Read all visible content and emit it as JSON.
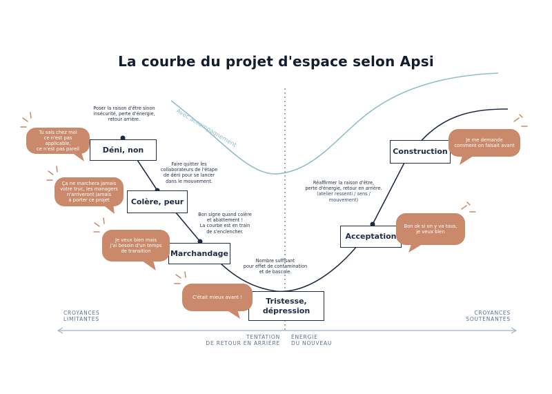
{
  "title": "La courbe du projet d'espace selon Apsi",
  "curve_label": "Avec accompagnement",
  "stages": {
    "deni": "Déni, non",
    "colere": "Colère, peur",
    "marchandage": "Marchandage",
    "tristesse": "Tristesse,\ndépression",
    "acceptation": "Acceptation",
    "construction": "Construction"
  },
  "notes": {
    "deni": "Poser la raison d'être sinon\ninsécurité, perte d'énergie,\nretour arrière.",
    "colere": "Faire quitter les\ncollaborateurs de l'étape\nde déni pour se lancer\ndans le mouvement.",
    "marchandage": "Bon signe quand colère\net abattement !\nLa courbe est en train\nde s'enclencher.",
    "tristesse": "Nombre suffisant\npour effet de contamination\net de bascule.",
    "reaffirmer": "Réaffirmer la raison d'être,\nperte d'énergie, retour en arrière.",
    "reaffirmer_sub": "(atelier ressenti / sens /\nmouvement)"
  },
  "bubbles": {
    "deni": "Tu sais chez moi\nce n'est pas applicable,\nce n'est pas pareil",
    "colere": "Ça ne marchera jamais\nvotre truc, les managers\nn'arriveront jamais\nà porter ce projet",
    "marchandage": "Je veux bien mais\nj'ai besoin d'un temps\nde transition",
    "tristesse": "C'était mieux avant !",
    "acceptation": "Bon ok si on y va tous,\nje veux bien",
    "construction": "Je me demande\ncomment on faisait avant"
  },
  "axis": {
    "left": "CROYANCES\nLIMITANTES",
    "right": "CROYANCES\nSOUTENANTES",
    "center_left": "TENTATION\nDE RETOUR EN ARRIÈRE",
    "center_right": "ÉNERGIE\nDU NOUVEAU"
  },
  "colors": {
    "navy": "#1f2a44",
    "bubble": "#c9886a",
    "light_curve": "#8fbdcc",
    "axis": "#5a6f8f"
  }
}
